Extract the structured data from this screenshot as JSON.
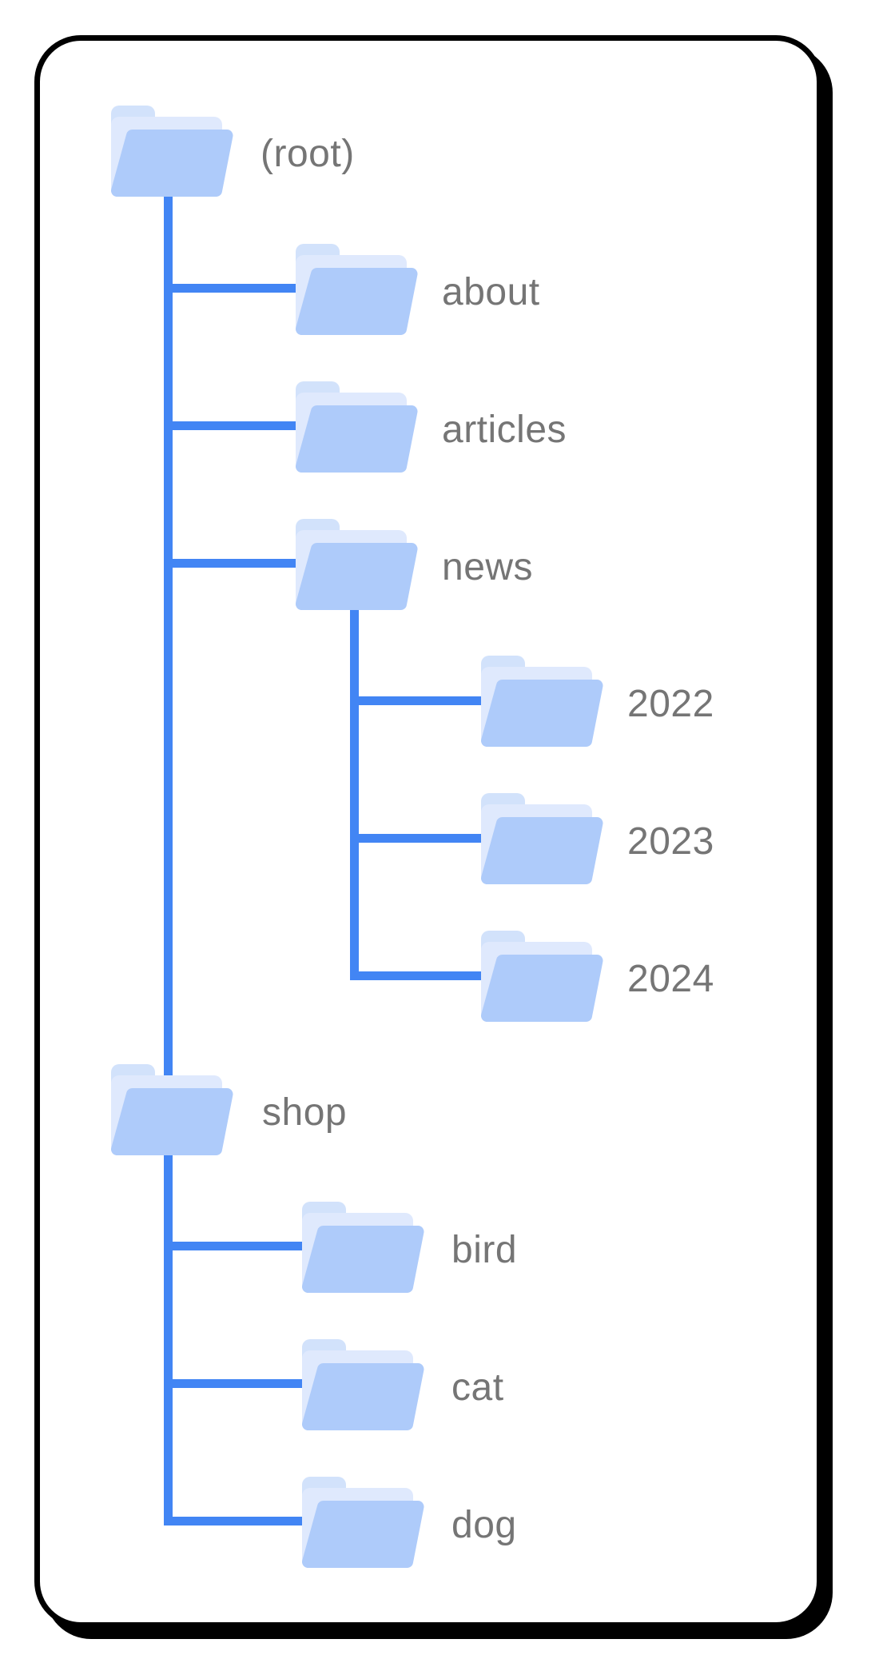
{
  "diagram": {
    "type": "tree",
    "description_nodes_visible_text_only": true,
    "nodes": [
      {
        "id": "root",
        "label": "(root)",
        "parent": null
      },
      {
        "id": "about",
        "label": "about",
        "parent": "root"
      },
      {
        "id": "articles",
        "label": "articles",
        "parent": "root"
      },
      {
        "id": "news",
        "label": "news",
        "parent": "root"
      },
      {
        "id": "y2022",
        "label": "2022",
        "parent": "news"
      },
      {
        "id": "y2023",
        "label": "2023",
        "parent": "news"
      },
      {
        "id": "y2024",
        "label": "2024",
        "parent": "news"
      },
      {
        "id": "shop",
        "label": "shop",
        "parent": "root"
      },
      {
        "id": "bird",
        "label": "bird",
        "parent": "shop"
      },
      {
        "id": "cat",
        "label": "cat",
        "parent": "shop"
      },
      {
        "id": "dog",
        "label": "dog",
        "parent": "shop"
      }
    ],
    "colors": {
      "connector": "#4285F4",
      "folder_front": "#AECBFA",
      "folder_tab": "#D2E2FB",
      "folder_sheet": "#DFE9FD",
      "label": "#757575",
      "frame_border": "#000000"
    }
  }
}
